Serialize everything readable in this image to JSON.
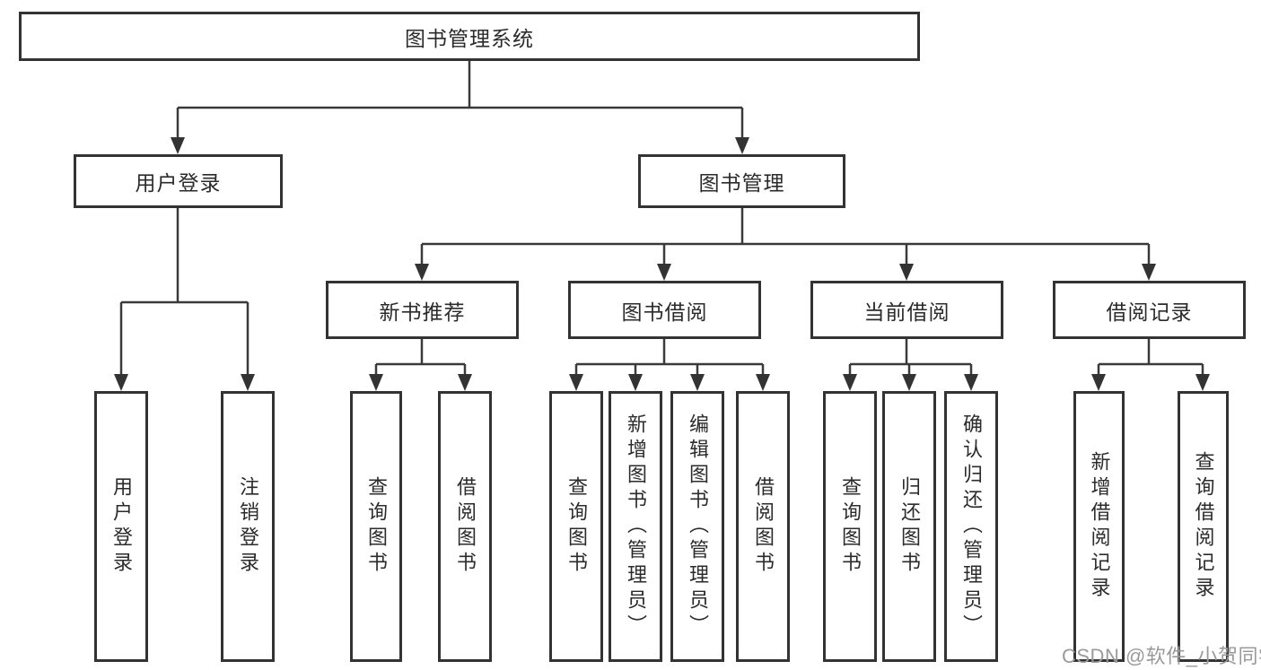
{
  "diagram": {
    "root": "图书管理系统",
    "branches": [
      {
        "label": "用户登录",
        "children": [
          "用户登录",
          "注销登录"
        ]
      },
      {
        "label": "图书管理",
        "groups": [
          {
            "label": "新书推荐",
            "children": [
              "查询图书",
              "借阅图书"
            ]
          },
          {
            "label": "图书借阅",
            "children": [
              "查询图书",
              "新增图书（管理员）",
              "编辑图书（管理员）",
              "借阅图书"
            ]
          },
          {
            "label": "当前借阅",
            "children": [
              "查询图书",
              "归还图书",
              "确认归还（管理员）"
            ]
          },
          {
            "label": "借阅记录",
            "children": [
              "新增借阅记录",
              "查询借阅记录"
            ]
          }
        ]
      }
    ]
  },
  "watermark": "CSDN @软件_小贺同学",
  "colors": {
    "border": "#333333",
    "line": "#3a3a3a",
    "text": "#2b2b2b",
    "watermark": "#9a9a9a",
    "background": "#ffffff"
  }
}
